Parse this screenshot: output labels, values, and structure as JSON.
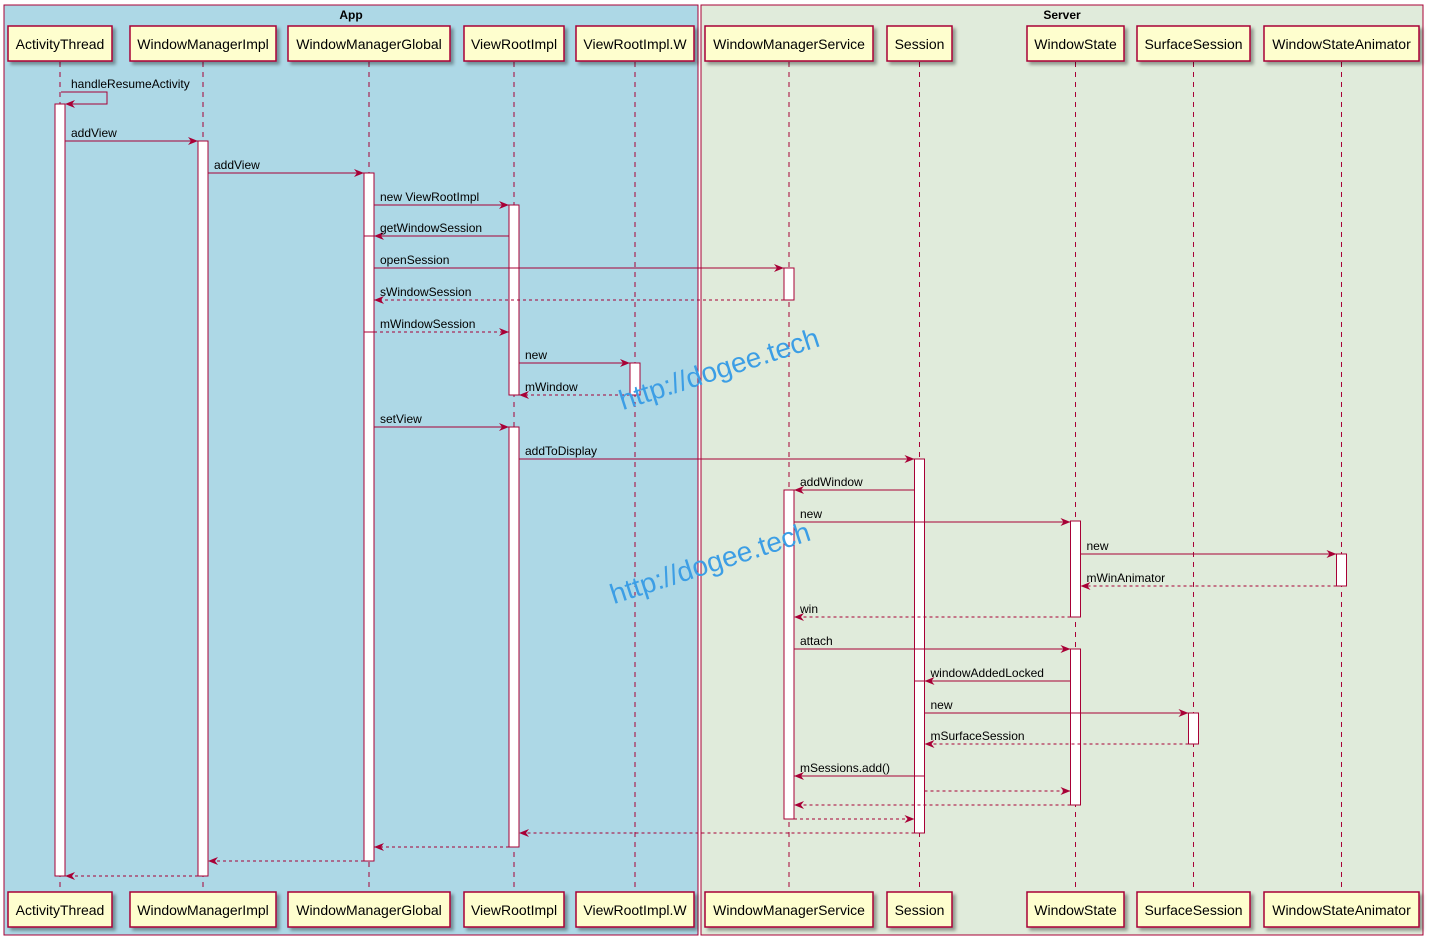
{
  "groups": [
    {
      "id": "app",
      "title": "App",
      "color": "#add8e6"
    },
    {
      "id": "server",
      "title": "Server",
      "color": "#e0ebdb"
    }
  ],
  "participants": [
    {
      "id": "activitythread",
      "label": "ActivityThread"
    },
    {
      "id": "windowmanagerimpl",
      "label": "WindowManagerImpl"
    },
    {
      "id": "windowmanagerglobal",
      "label": "WindowManagerGlobal"
    },
    {
      "id": "viewrootimpl",
      "label": "ViewRootImpl"
    },
    {
      "id": "viewrootimpl-w",
      "label": "ViewRootImpl.W"
    },
    {
      "id": "windowmanagerservice",
      "label": "WindowManagerService"
    },
    {
      "id": "session",
      "label": "Session"
    },
    {
      "id": "windowstate",
      "label": "WindowState"
    },
    {
      "id": "surfacesession",
      "label": "SurfaceSession"
    },
    {
      "id": "windowstateanimator",
      "label": "WindowStateAnimator"
    }
  ],
  "messages": [
    {
      "from": "activitythread",
      "to": "activitythread",
      "label": "handleResumeActivity",
      "kind": "self"
    },
    {
      "from": "activitythread",
      "to": "windowmanagerimpl",
      "label": "addView",
      "kind": "sync"
    },
    {
      "from": "windowmanagerimpl",
      "to": "windowmanagerglobal",
      "label": "addView",
      "kind": "sync"
    },
    {
      "from": "windowmanagerglobal",
      "to": "viewrootimpl",
      "label": "new ViewRootImpl",
      "kind": "sync"
    },
    {
      "from": "viewrootimpl",
      "to": "windowmanagerglobal",
      "label": "getWindowSession",
      "kind": "sync"
    },
    {
      "from": "windowmanagerglobal",
      "to": "windowmanagerservice",
      "label": "openSession",
      "kind": "sync"
    },
    {
      "from": "windowmanagerservice",
      "to": "windowmanagerglobal",
      "label": "sWindowSession",
      "kind": "return"
    },
    {
      "from": "windowmanagerglobal",
      "to": "viewrootimpl",
      "label": "mWindowSession",
      "kind": "return"
    },
    {
      "from": "viewrootimpl",
      "to": "viewrootimpl-w",
      "label": "new",
      "kind": "sync"
    },
    {
      "from": "viewrootimpl-w",
      "to": "viewrootimpl",
      "label": "mWindow",
      "kind": "return"
    },
    {
      "from": "windowmanagerglobal",
      "to": "viewrootimpl",
      "label": "setView",
      "kind": "sync"
    },
    {
      "from": "viewrootimpl",
      "to": "session",
      "label": "addToDisplay",
      "kind": "sync"
    },
    {
      "from": "session",
      "to": "windowmanagerservice",
      "label": "addWindow",
      "kind": "sync"
    },
    {
      "from": "windowmanagerservice",
      "to": "windowstate",
      "label": "new",
      "kind": "sync"
    },
    {
      "from": "windowstate",
      "to": "windowstateanimator",
      "label": "new",
      "kind": "sync"
    },
    {
      "from": "windowstateanimator",
      "to": "windowstate",
      "label": "mWinAnimator",
      "kind": "return"
    },
    {
      "from": "windowstate",
      "to": "windowmanagerservice",
      "label": "win",
      "kind": "return"
    },
    {
      "from": "windowmanagerservice",
      "to": "windowstate",
      "label": "attach",
      "kind": "sync"
    },
    {
      "from": "windowstate",
      "to": "session",
      "label": "windowAddedLocked",
      "kind": "sync"
    },
    {
      "from": "session",
      "to": "surfacesession",
      "label": "new",
      "kind": "sync"
    },
    {
      "from": "surfacesession",
      "to": "session",
      "label": "mSurfaceSession",
      "kind": "return"
    },
    {
      "from": "session",
      "to": "windowmanagerservice",
      "label": "mSessions.add()",
      "kind": "sync"
    },
    {
      "from": "session",
      "to": "windowstate",
      "label": "",
      "kind": "return"
    },
    {
      "from": "windowstate",
      "to": "windowmanagerservice",
      "label": "",
      "kind": "return"
    },
    {
      "from": "windowmanagerservice",
      "to": "session",
      "label": "",
      "kind": "return"
    },
    {
      "from": "session",
      "to": "viewrootimpl",
      "label": "",
      "kind": "return"
    },
    {
      "from": "viewrootimpl",
      "to": "windowmanagerglobal",
      "label": "",
      "kind": "return"
    },
    {
      "from": "windowmanagerglobal",
      "to": "windowmanagerimpl",
      "label": "",
      "kind": "return"
    },
    {
      "from": "windowmanagerimpl",
      "to": "activitythread",
      "label": "",
      "kind": "return"
    }
  ],
  "watermarks": [
    "http://dogee.tech",
    "http://dogee.tech"
  ],
  "colors": {
    "arrow": "#a80036",
    "participant_fill": "#fefece",
    "participant_border": "#a80036",
    "lifeline": "#a80036",
    "watermark": "#3c9ee5"
  }
}
